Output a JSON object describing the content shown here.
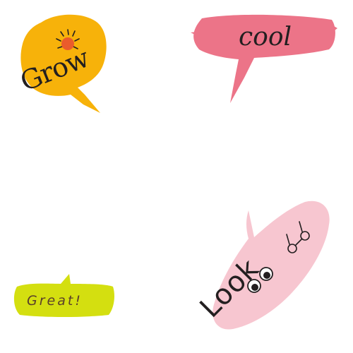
{
  "stickers": {
    "grow": {
      "text": "Grow",
      "color": "#f7b20a",
      "text_color": "#231f20",
      "accent": "#ea5b2c"
    },
    "cool": {
      "text": "cool",
      "color": "#ec7488",
      "text_color": "#231f20"
    },
    "great": {
      "text": "Great!",
      "color": "#d4df10",
      "text_color": "#5a3f2a"
    },
    "look": {
      "text": "Look",
      "color": "#f7c6d0",
      "text_color": "#231f20"
    }
  }
}
